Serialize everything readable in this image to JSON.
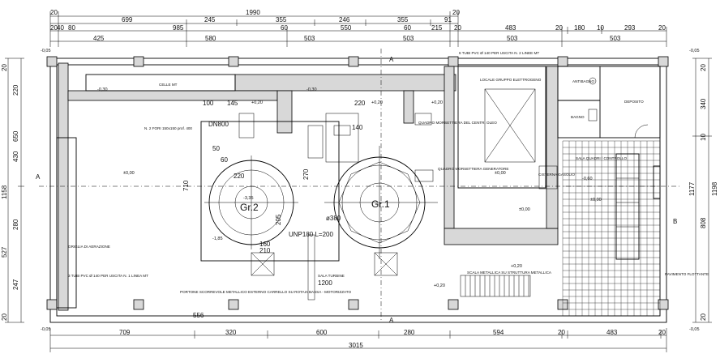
{
  "dims_top": {
    "row1": [
      "20",
      "1990",
      "20"
    ],
    "row2": [
      "699",
      "245",
      "355",
      "246",
      "355",
      "91"
    ],
    "row3": [
      "20",
      "40",
      "80",
      "985",
      "60",
      "550",
      "60",
      "215",
      "20",
      "483",
      "20",
      "180",
      "10",
      "293",
      "20"
    ],
    "row4": [
      "425",
      "580",
      "503",
      "503",
      "503",
      "503"
    ]
  },
  "dims_bottom": {
    "row1": [
      "709",
      "320",
      "600",
      "280",
      "594",
      "20",
      "483",
      "20"
    ],
    "row2": "3015"
  },
  "dims_left": [
    "20",
    "220",
    "650",
    "430",
    "1158",
    "280",
    "527",
    "247",
    "20"
  ],
  "dims_right": [
    "20",
    "340",
    "10",
    "1177",
    "1198",
    "808",
    "20"
  ],
  "levels": {
    "outer": "-0,05",
    "neg030": "-0,30",
    "pos020": "+0,20",
    "zero": "±0,00",
    "neg335": "-3,35",
    "neg185": "-1,85",
    "neg060": "-0,60"
  },
  "rooms": {
    "celle_mt": "CELLE MT",
    "locale_gruppo": "LOCALE GRUPPO ELETTROGENO",
    "antibagno": "ANTIBAGNO",
    "bagno": "BAGNO",
    "deposito": "DEPOSITO",
    "sala_quadri": "SALA QUADRI / CONTROLLO",
    "cisterna": "CISTERNA GASOLIO",
    "sala_turbine": "SALA TURBINE",
    "pavimento": "PAVIMENTO FLOTTANTE",
    "scala": "SCALA METALLICA SU STRUTTURA METALLICA",
    "quadro_gen": "QUADRO MORSETTIERA GENERATORE",
    "quadro_centr": "QUADRO MORSETTIERA DEL CENTR. OLEO",
    "portone": "PORTONE SCORREVOLE METALLICO ESTERNO CARRELLO SU ROTAIA BASSA - MOTORIZZATO",
    "tubi_top": "6 TUBI PVC Ø 140 PER USCITA N. 2 LINEE MT",
    "tubi_left": "3 TUBI PVC Ø 140 PER USCITA N. 1 LINEA MT",
    "griglia": "GRIGLIA DI AERAZIONE",
    "fori": "N. 2 FORI 150x150 prof. 400",
    "dn800": "DN800",
    "unp": "UNP180 L=200",
    "gr2": "Gr.2",
    "gr1": "Gr.1"
  },
  "inner_dims": {
    "d100": "100",
    "d145": "145",
    "d220a": "220",
    "d140": "140",
    "d50": "50",
    "d60": "60",
    "d220b": "220",
    "d710": "710",
    "d270": "270",
    "d205": "205",
    "d160": "160",
    "d210": "210",
    "d380": "ø380",
    "d556": "556",
    "d1200": "1200"
  },
  "section_marks": {
    "a": "A",
    "b": "B"
  },
  "colors": {
    "line": "#000000",
    "wall_fill": "#d8d8d8",
    "paper": "#ffffff"
  }
}
